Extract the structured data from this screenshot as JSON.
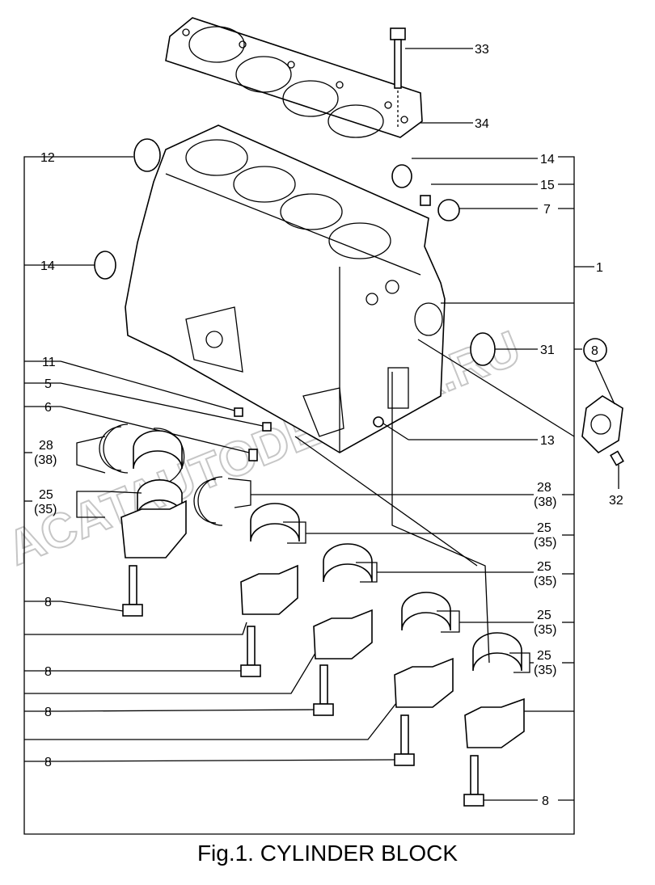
{
  "caption": "Fig.1.  CYLINDER BLOCK",
  "watermark": "ACATAUTODEALER.RU",
  "callouts": {
    "c33": "33",
    "c34": "34",
    "c12": "12",
    "c14a": "14",
    "c15": "15",
    "c7": "7",
    "c14b": "14",
    "c1": "1",
    "c31": "31",
    "c8circ": "8",
    "c11": "11",
    "c5": "5",
    "c6": "6",
    "c13": "13",
    "c32": "32",
    "c28a": "28",
    "c38a": "(38)",
    "c25a": "25",
    "c35a": "(35)",
    "c28b": "28",
    "c38b": "(38)",
    "c25b": "25",
    "c35b": "(35)",
    "c25c": "25",
    "c35c": "(35)",
    "c25d": "25",
    "c35d": "(35)",
    "c25e": "25",
    "c35e": "(35)",
    "c8a": "8",
    "c8b": "8",
    "c8c": "8",
    "c8d": "8",
    "c8e": "8"
  }
}
